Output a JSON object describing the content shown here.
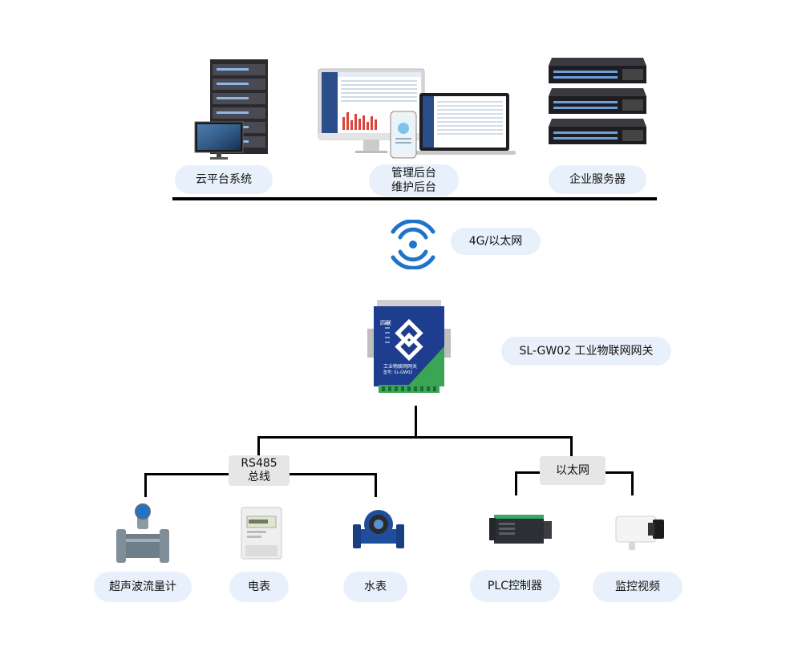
{
  "top": {
    "cloud_label": "云平台系统",
    "mgmt_label_line1": "管理后台",
    "mgmt_label_line2": "维护后台",
    "server_label": "企业服务器"
  },
  "network": {
    "label": "4G/以太网"
  },
  "gateway": {
    "label": "SL-GW02 工业物联网网关",
    "device_brand": "四联",
    "device_title": "工业物联网网关",
    "device_model": "型号: SL-GW02"
  },
  "buses": {
    "rs485_line1": "RS485",
    "rs485_line2": "总线",
    "ethernet": "以太网"
  },
  "devices": {
    "flowmeter": "超声波流量计",
    "electric_meter": "电表",
    "water_meter": "水表",
    "plc": "PLC控制器",
    "camera": "监控视频"
  },
  "colors": {
    "accent_blue": "#1e74c8",
    "pill_bg": "#e8f1fb",
    "tag_bg": "#e6e6e6",
    "gateway_green": "#3aa655"
  }
}
